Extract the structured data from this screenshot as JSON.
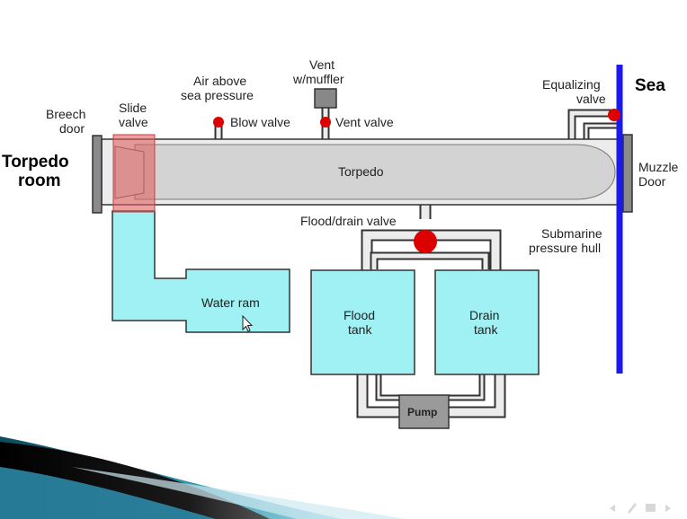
{
  "labels": {
    "torpedo_room_line1": "Torpedo",
    "torpedo_room_line2": "room",
    "breech_door_line1": "Breech",
    "breech_door_line2": "door",
    "slide_valve_line1": "Slide",
    "slide_valve_line2": "valve",
    "air_line1": "Air above",
    "air_line2": "sea pressure",
    "blow_valve": "Blow valve",
    "vent_muffler_line1": "Vent",
    "vent_muffler_line2": "w/muffler",
    "vent_valve": "Vent valve",
    "equalizing_line1": "Equalizing",
    "equalizing_line2": "valve",
    "sea": "Sea",
    "torpedo": "Torpedo",
    "muzzle_line1": "Muzzle",
    "muzzle_line2": "Door",
    "flood_drain_valve": "Flood/drain valve",
    "hull_line1": "Submarine",
    "hull_line2": "pressure hull",
    "water_ram": "Water ram",
    "flood_tank_line1": "Flood",
    "flood_tank_line2": "tank",
    "drain_tank_line1": "Drain",
    "drain_tank_line2": "tank",
    "pump": "Pump"
  },
  "colors": {
    "water": "#9ff1f3",
    "tube": "#ececec",
    "outline": "#333333",
    "torpedo": "#d3d3d3",
    "valve": "#dd0000",
    "hull": "#1a1aee",
    "slide_valve": "#e06060",
    "door": "#8a8a8a",
    "pump": "#9a9a9a"
  }
}
